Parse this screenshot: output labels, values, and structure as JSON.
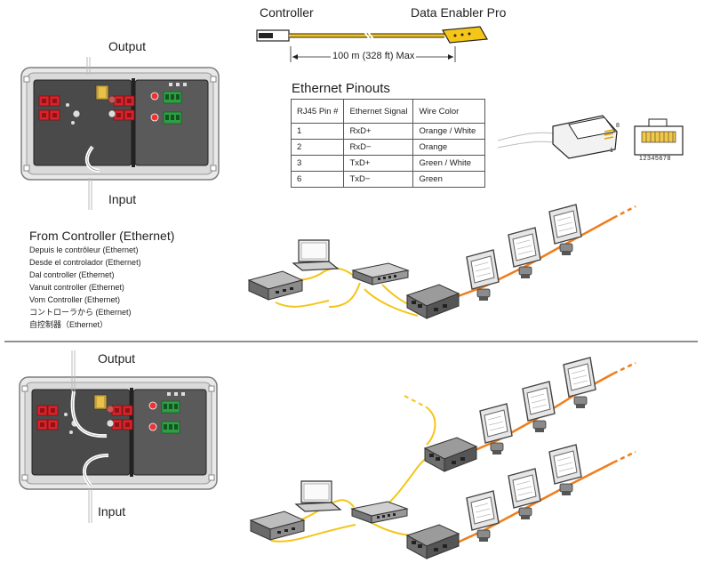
{
  "top": {
    "output_label": "Output",
    "input_label": "Input",
    "controller_label": "Controller",
    "enabler_label": "Data Enabler Pro",
    "distance_label": "100 m (328 ft) Max"
  },
  "pinouts": {
    "title": "Ethernet Pinouts",
    "headers": [
      "RJ45 Pin #",
      "Ethernet Signal",
      "Wire Color"
    ],
    "rows": [
      [
        "1",
        "RxD+",
        "Orange / White"
      ],
      [
        "2",
        "RxD−",
        "Orange"
      ],
      [
        "3",
        "TxD+",
        "Green / White"
      ],
      [
        "6",
        "TxD−",
        "Green"
      ]
    ],
    "connector_pin_1": "1",
    "connector_pin_8": "8",
    "connector_numbers": "12345678"
  },
  "from_controller": {
    "title": "From Controller (Ethernet)",
    "translations": [
      "Depuis le contrôleur (Ethernet)",
      "Desde el controlador (Ethernet)",
      "Dal controller (Ethernet)",
      "Vanuit controller (Ethernet)",
      "Vom Controller (Ethernet)",
      "コントローラから (Ethernet)",
      "自控制器（Ethernet）"
    ]
  },
  "bottom": {
    "output_label": "Output",
    "input_label": "Input"
  },
  "colors": {
    "yellow_cable": "#f5c518",
    "orange_cable": "#f07d1a",
    "box_gray": "#7d7d7d",
    "board_dark": "#4a4a4a",
    "terminal_red": "#d8232a",
    "terminal_green": "#2f9e44"
  }
}
